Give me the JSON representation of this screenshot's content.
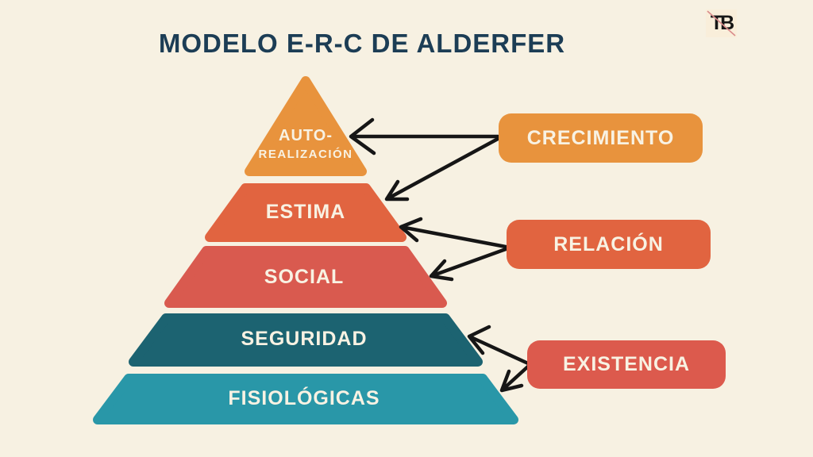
{
  "title": "MODELO E-R-C DE ALDERFER",
  "logo": {
    "text": "TB"
  },
  "pyramid": {
    "levels": [
      {
        "name": "auto-realizacion",
        "line1": "AUTO-",
        "line2": "REALIZACIÓN",
        "color": "#e8933d"
      },
      {
        "name": "estima",
        "label": "ESTIMA",
        "color": "#e16440"
      },
      {
        "name": "social",
        "label": "SOCIAL",
        "color": "#d95a4f"
      },
      {
        "name": "seguridad",
        "label": "SEGURIDAD",
        "color": "#1c6371"
      },
      {
        "name": "fisiologicas",
        "label": "FISIOLÓGICAS",
        "color": "#2997a8"
      }
    ]
  },
  "categories": [
    {
      "name": "crecimiento",
      "label": "CRECIMIENTO",
      "color": "#e8933d",
      "points_to": [
        "auto-realizacion",
        "estima"
      ]
    },
    {
      "name": "relacion",
      "label": "RELACIÓN",
      "color": "#e16440",
      "points_to": [
        "estima",
        "social"
      ]
    },
    {
      "name": "existencia",
      "label": "EXISTENCIA",
      "color": "#dc5a4d",
      "points_to": [
        "seguridad",
        "fisiologicas"
      ]
    }
  ],
  "colors": {
    "background": "#f7f1e2",
    "title_text": "#1c3d55",
    "arrow": "#161616",
    "label_text": "#f8f2e3",
    "logo_background": "#f9eeda",
    "logo_line": "#d98b8b"
  }
}
